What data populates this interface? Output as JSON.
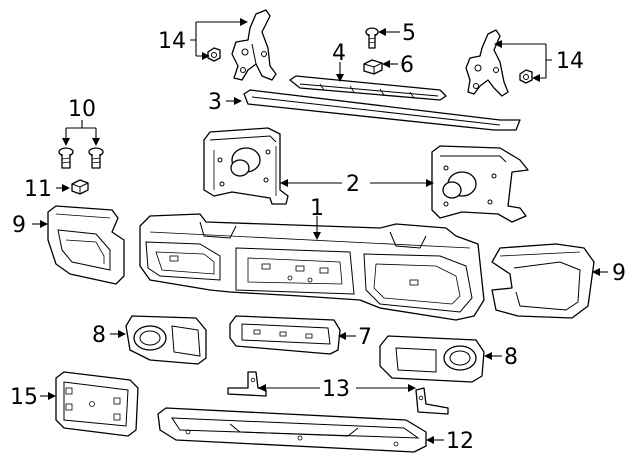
{
  "diagram": {
    "callouts": {
      "c1": "1",
      "c2": "2",
      "c3": "3",
      "c4": "4",
      "c5": "5",
      "c6": "6",
      "c7": "7",
      "c8a": "8",
      "c8b": "8",
      "c9a": "9",
      "c9b": "9",
      "c10": "10",
      "c11": "11",
      "c12": "12",
      "c13": "13",
      "c14a": "14",
      "c14b": "14",
      "c15": "15"
    }
  }
}
